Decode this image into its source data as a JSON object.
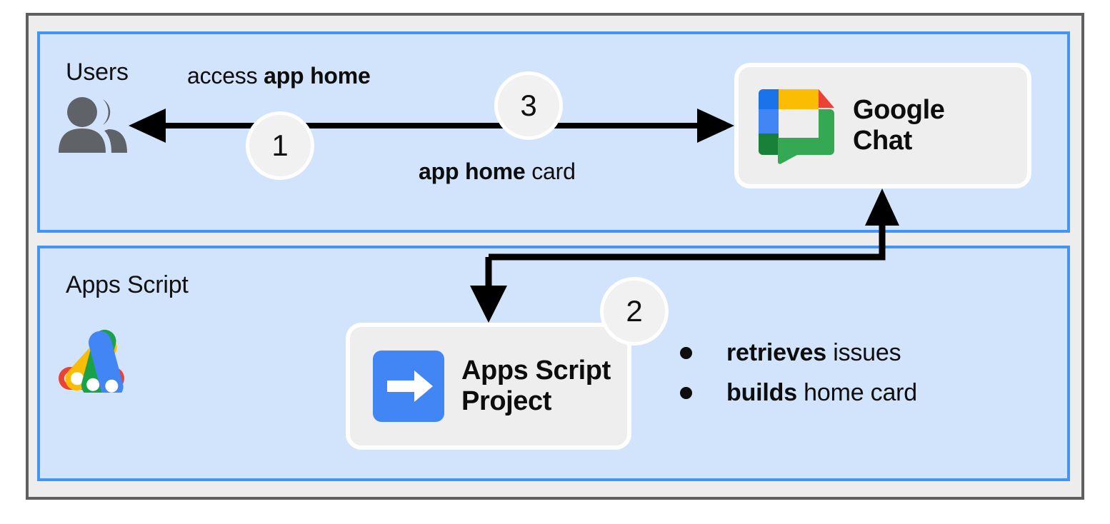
{
  "diagram": {
    "title": "Google Chat app home flow with Apps Script",
    "sections": [
      {
        "id": "users",
        "label": "Users",
        "icon": "users-group-icon"
      },
      {
        "id": "apps-script",
        "label": "Apps Script",
        "icon": "apps-script-logo-icon"
      }
    ],
    "cards": [
      {
        "id": "google-chat",
        "title_line1": "Google",
        "title_line2": "Chat",
        "icon": "google-chat-logo-icon"
      },
      {
        "id": "apps-script-project",
        "title_line1": "Apps Script",
        "title_line2": "Project",
        "icon": "apps-script-project-icon"
      }
    ],
    "flow_labels": [
      {
        "id": "access",
        "prefix": "access ",
        "strong": "app home",
        "suffix": ""
      },
      {
        "id": "home-card",
        "prefix": "",
        "strong": "app home",
        "suffix": " card"
      }
    ],
    "steps": [
      {
        "id": "step-1",
        "number": "1"
      },
      {
        "id": "step-2",
        "number": "2"
      },
      {
        "id": "step-3",
        "number": "3"
      }
    ],
    "bullets": [
      {
        "strong": "retrieves",
        "rest": " issues"
      },
      {
        "strong": "builds",
        "rest": " home card"
      }
    ],
    "colors": {
      "panel_fill": "#d2e3fc",
      "panel_border": "#4294f5",
      "frame_fill": "#ededed",
      "frame_border": "#5f5f5f",
      "card_fill": "#eeeeee",
      "card_border": "#ffffff",
      "arrow": "#000000",
      "users_icon": "#5f6368",
      "google_blue": "#1a73e8",
      "google_blue_light": "#4285f4",
      "google_yellow": "#fbbc04",
      "google_red": "#ea4335",
      "google_green": "#34a853",
      "google_green_dark": "#188038",
      "project_blue": "#4285f4"
    }
  }
}
